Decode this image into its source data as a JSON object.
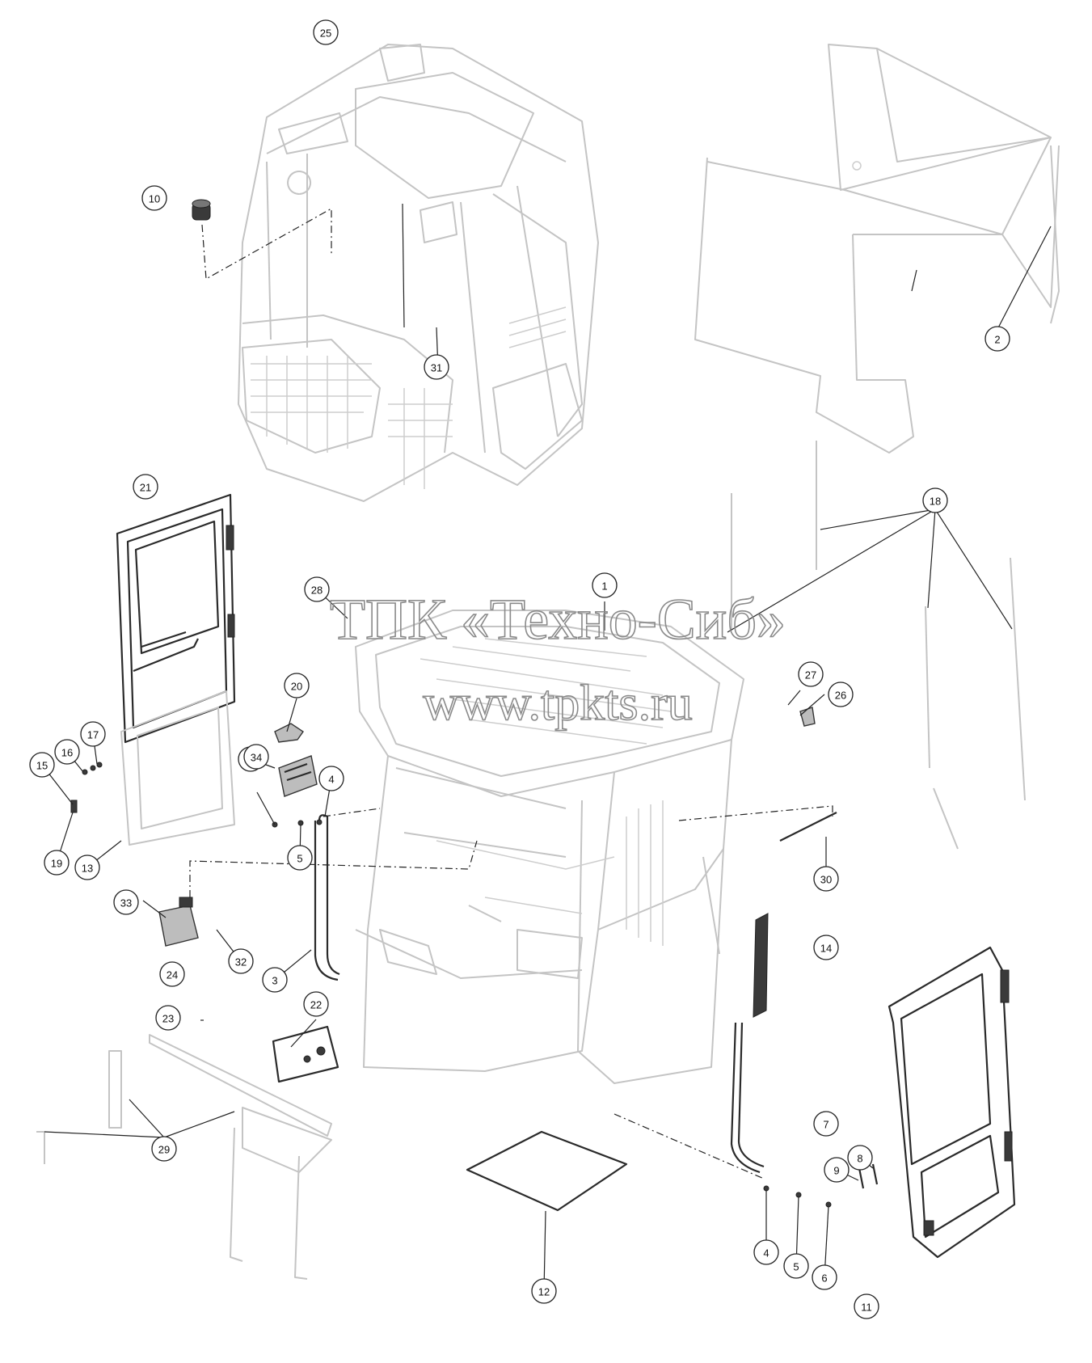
{
  "watermark": {
    "line1": "ТПК «Техно-Сиб»",
    "line2": "www.tpkts.ru"
  },
  "callouts": [
    "1",
    "2",
    "3",
    "4",
    "5",
    "6",
    "7",
    "8",
    "9",
    "10",
    "11",
    "12",
    "13",
    "14",
    "15",
    "16",
    "17",
    "18",
    "19",
    "20",
    "21",
    "22",
    "23",
    "24",
    "25",
    "26",
    "27",
    "28",
    "29",
    "30",
    "31",
    "32",
    "33",
    "34",
    "4",
    "5",
    "6"
  ]
}
